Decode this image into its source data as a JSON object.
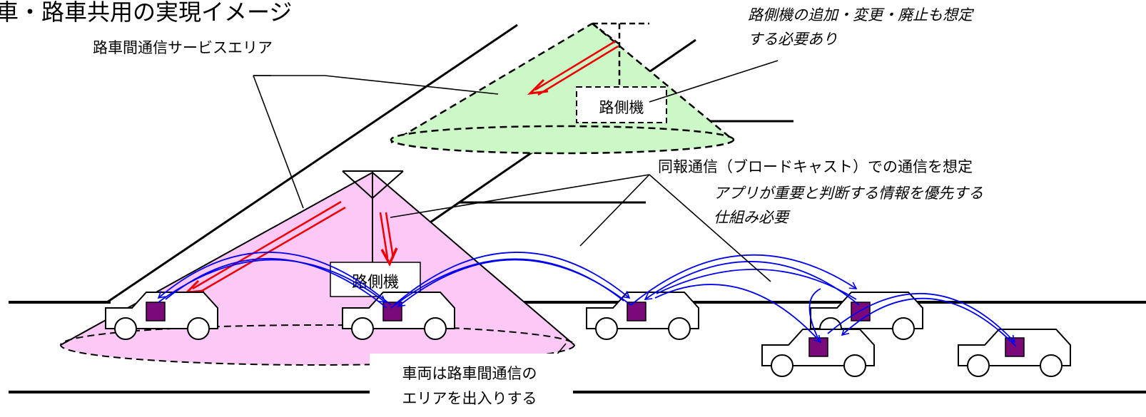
{
  "title": "車・路車共用の実現イメージ",
  "labels": {
    "service_area": "路車間通信サービスエリア",
    "rsu_note_line1": "路側機の追加・変更・廃止も想定",
    "rsu_note_line2": "する必要あり",
    "rsu_top": "路側機",
    "rsu_bottom": "路側機",
    "broadcast": "同報通信（ブロードキャスト）での通信を想定",
    "app_line1": "アプリが重要と判断する情報を優先する",
    "app_line2": "仕組み必要",
    "vehicle_line1": "車両は路車間通信の",
    "vehicle_line2": "エリアを出入りする"
  },
  "colors": {
    "green_area": "#ccf7c7",
    "pink_area": "#fcc8f5",
    "comm_arrow": "#0000ee",
    "rsu_arrow": "#ee0000",
    "vehicle_unit": "#7a0a7a"
  }
}
